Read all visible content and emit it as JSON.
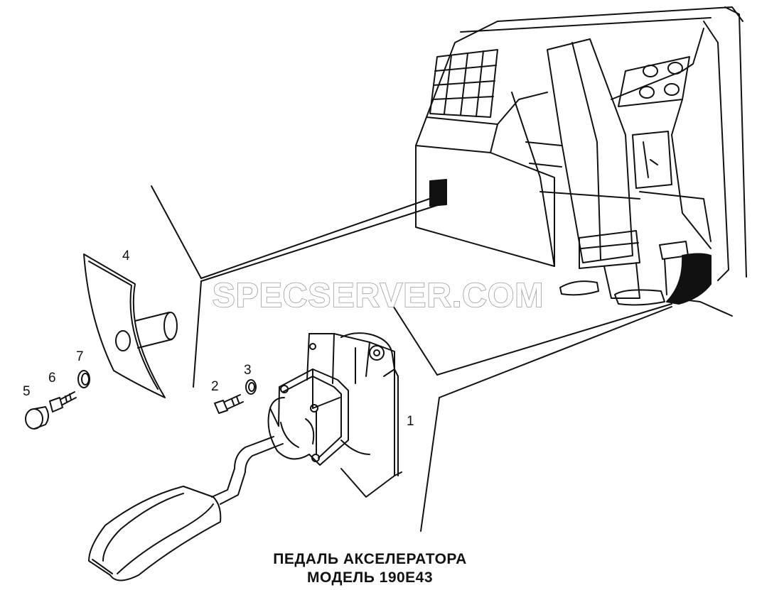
{
  "callouts": {
    "c1": "1",
    "c2": "2",
    "c3": "3",
    "c4": "4",
    "c5": "5",
    "c6": "6",
    "c7": "7"
  },
  "watermark": "SPECSERVER.COM",
  "caption": {
    "line1": "ПЕДАЛЬ АКСЕЛЕРАТОРА",
    "line2": "МОДЕЛЬ 190E43"
  },
  "colors": {
    "ink": "#111111",
    "watermark_outline": "#9a9a9a",
    "background": "#ffffff"
  }
}
